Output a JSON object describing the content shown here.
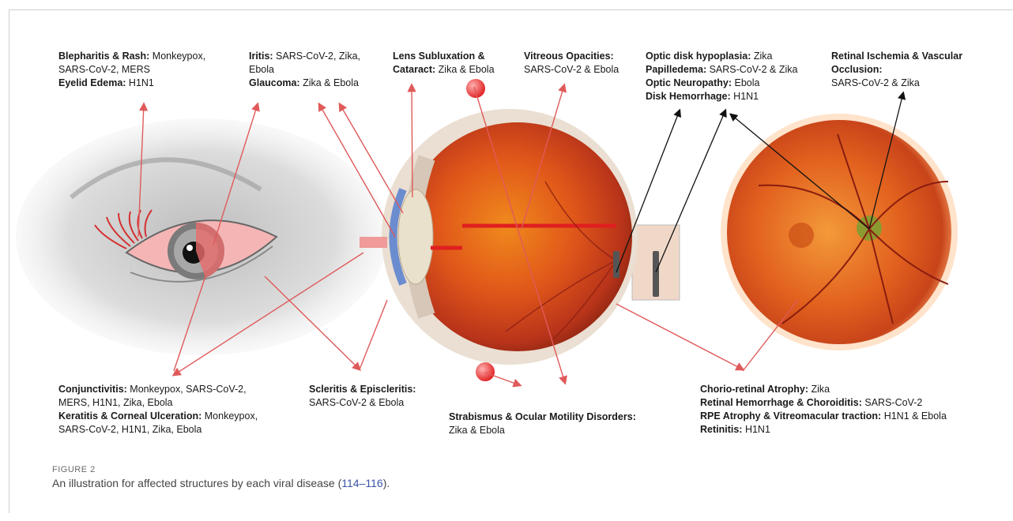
{
  "labels": {
    "blepharitis": {
      "t1": "Blepharitis  & Rash:",
      "d1": " Monkeypox,",
      "line2": "SARS-CoV-2, MERS",
      "t3": "Eyelid Edema:",
      "d3": " H1N1"
    },
    "iritis": {
      "t1": "Iritis:",
      "d1": " SARS-CoV-2, Zika,",
      "line2": "Ebola",
      "t3": "Glaucoma:",
      "d3": " Zika & Ebola"
    },
    "lens": {
      "t1": "Lens Subluxation &",
      "t2": "Cataract:",
      "d2": " Zika & Ebola"
    },
    "vitreous": {
      "t1": "Vitreous Opacities:",
      "line2": "SARS-CoV-2 & Ebola"
    },
    "optic": {
      "t1": "Optic disk hypoplasia:",
      "d1": " Zika",
      "t2": "Papilledema:",
      "d2": " SARS-CoV-2 & Zika",
      "t3": "Optic Neuropathy:",
      "d3": " Ebola",
      "t4": "Disk Hemorrhage:",
      "d4": " H1N1"
    },
    "retinal_ischemia": {
      "t1": "Retinal Ischemia & Vascular",
      "t2": "Occlusion:",
      "line3": "SARS-CoV-2 & Zika"
    },
    "conjunctivitis": {
      "t1": "Conjunctivitis:",
      "d1": " Monkeypox, SARS-CoV-2,",
      "line2": "MERS, H1N1, Zika, Ebola",
      "t3": "Keratitis & Corneal Ulceration:",
      "d3": " Monkeypox,",
      "line4": "SARS-CoV-2, H1N1, Zika, Ebola"
    },
    "scleritis": {
      "t1": "Scleritis & Episcleritis:",
      "line2": "SARS-CoV-2 & Ebola"
    },
    "strabismus": {
      "t1": "Strabismus & Ocular Motility Disorders:",
      "line2": "Zika & Ebola"
    },
    "chorio": {
      "t1": "Chorio-retinal Atrophy:",
      "d1": " Zika",
      "t2": "Retinal Hemorrhage & Choroiditis:",
      "d2": " SARS-CoV-2",
      "t3": "RPE Atrophy & Vitreomacular traction:",
      "d3": " H1N1 & Ebola",
      "t4": "Retinitis:",
      "d4": " H1N1"
    }
  },
  "caption": {
    "tag": "FIGURE 2",
    "text": "An illustration for affected structures by each viral disease (",
    "citation": "114–116",
    "end": ")."
  },
  "colors": {
    "pointer_red": "#e05a5a",
    "pointer_black": "#111111",
    "accent_link": "#3b55a8"
  }
}
